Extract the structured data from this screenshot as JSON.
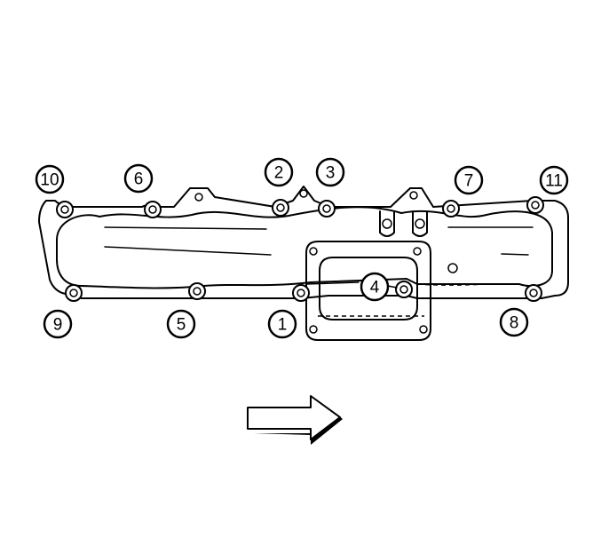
{
  "callouts": [
    "1",
    "2",
    "3",
    "4",
    "5",
    "6",
    "7",
    "8",
    "9",
    "10",
    "11"
  ],
  "colors": {
    "line": "#000000",
    "background": "#ffffff"
  },
  "icons": {
    "direction": "arrow-right-icon"
  }
}
